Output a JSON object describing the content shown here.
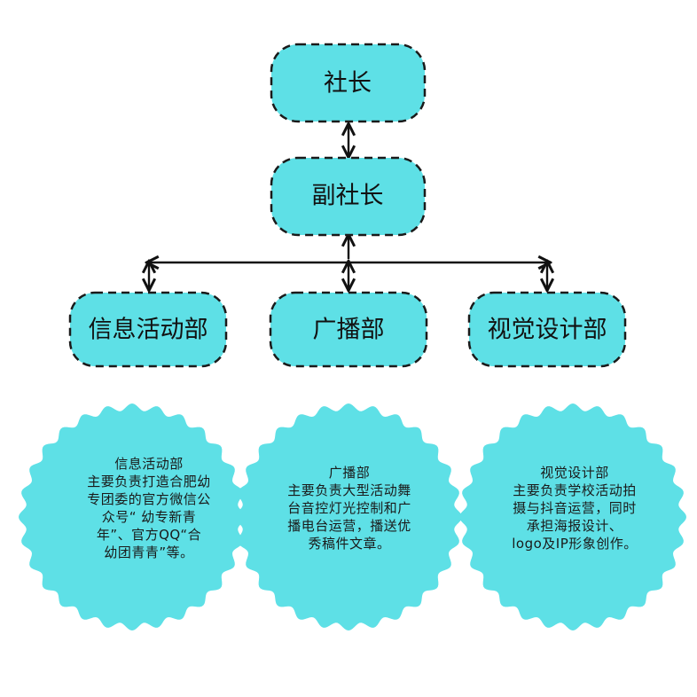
{
  "colors": {
    "node_fill": "#5ee0e6",
    "node_stroke": "#1a1a1a",
    "connector": "#111111",
    "badge_fill": "#5ee0e6"
  },
  "nodes": {
    "president": "社长",
    "vice_president": "副社长",
    "info_dept": "信息活动部",
    "broadcast_dept": "广播部",
    "visual_dept": "视觉设计部"
  },
  "descriptions": {
    "info": {
      "title": "信息活动部",
      "lines": [
        "主要负责打造合肥幼",
        "专团委的官方微信公",
        "众号“ 幼专新青",
        "年”、官方QQ“合",
        "幼团青青”等。"
      ]
    },
    "broadcast": {
      "title": "广播部",
      "lines": [
        "主要负责大型活动舞",
        "台音控灯光控制和广",
        "播电台运营，播送优",
        "秀稿件文章。"
      ]
    },
    "visual": {
      "title": "视觉设计部",
      "lines": [
        "主要负责学校活动拍",
        "摄与抖音运营，同时",
        "承担海报设计、",
        "logo及IP形象创作。"
      ]
    }
  }
}
